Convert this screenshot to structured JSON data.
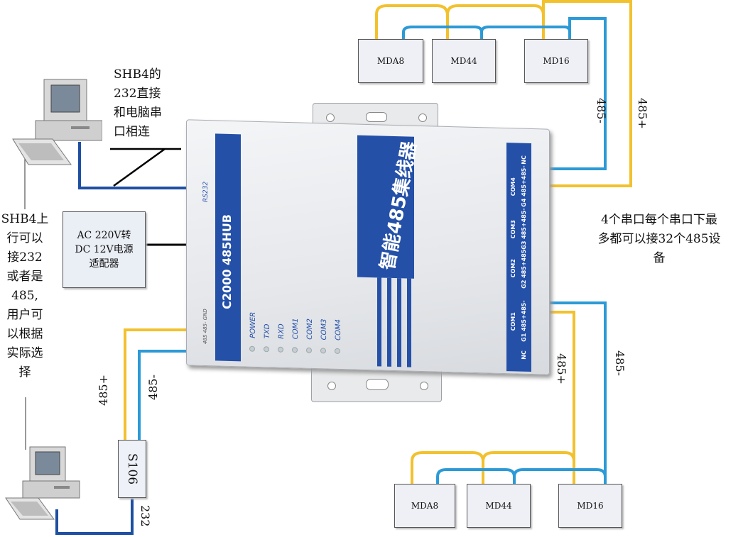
{
  "hub": {
    "model": "C2000  485HUB",
    "title": "智能485集线器",
    "rs232": "RS232",
    "leds": [
      "POWER",
      "TXD",
      "RXD",
      "COM1",
      "COM2",
      "COM3",
      "COM4"
    ],
    "ports": [
      "COM1",
      "COM2",
      "COM3",
      "COM4"
    ],
    "port_pins": [
      "G1 485+485-",
      "G2 485+485-",
      "G3 485+485-",
      "G4 485+485-"
    ],
    "nc": "NC",
    "left_pins": "485  485-  GND"
  },
  "notes": {
    "shb4_232": "SHB4的\n232直接\n和电脑串\n口相连",
    "adapter": "AC 220V转\nDC 12V电源\n适配器",
    "shb4_side": "SHB4上\n行可以\n接232\n或者是\n485,\n用户可\n以根据\n实际选\n择",
    "ports_note": "4个串口每个串口下最\n多都可以接32个485设\n备"
  },
  "devices_top": [
    "MDA8",
    "MD44",
    "MD16"
  ],
  "devices_bottom": [
    "MDA8",
    "MD44",
    "MD16"
  ],
  "converter": "S106",
  "wire_labels": {
    "top_minus": "485-",
    "top_plus": "485+",
    "bot_plus": "485+",
    "bot_minus": "485-",
    "left_plus": "485+",
    "left_minus": "485-",
    "left_232": "232"
  },
  "colors": {
    "yellow": "#f2c12e",
    "blue": "#2c9ad6",
    "navy": "#1e4fa3",
    "stripe": "#2450a8"
  }
}
